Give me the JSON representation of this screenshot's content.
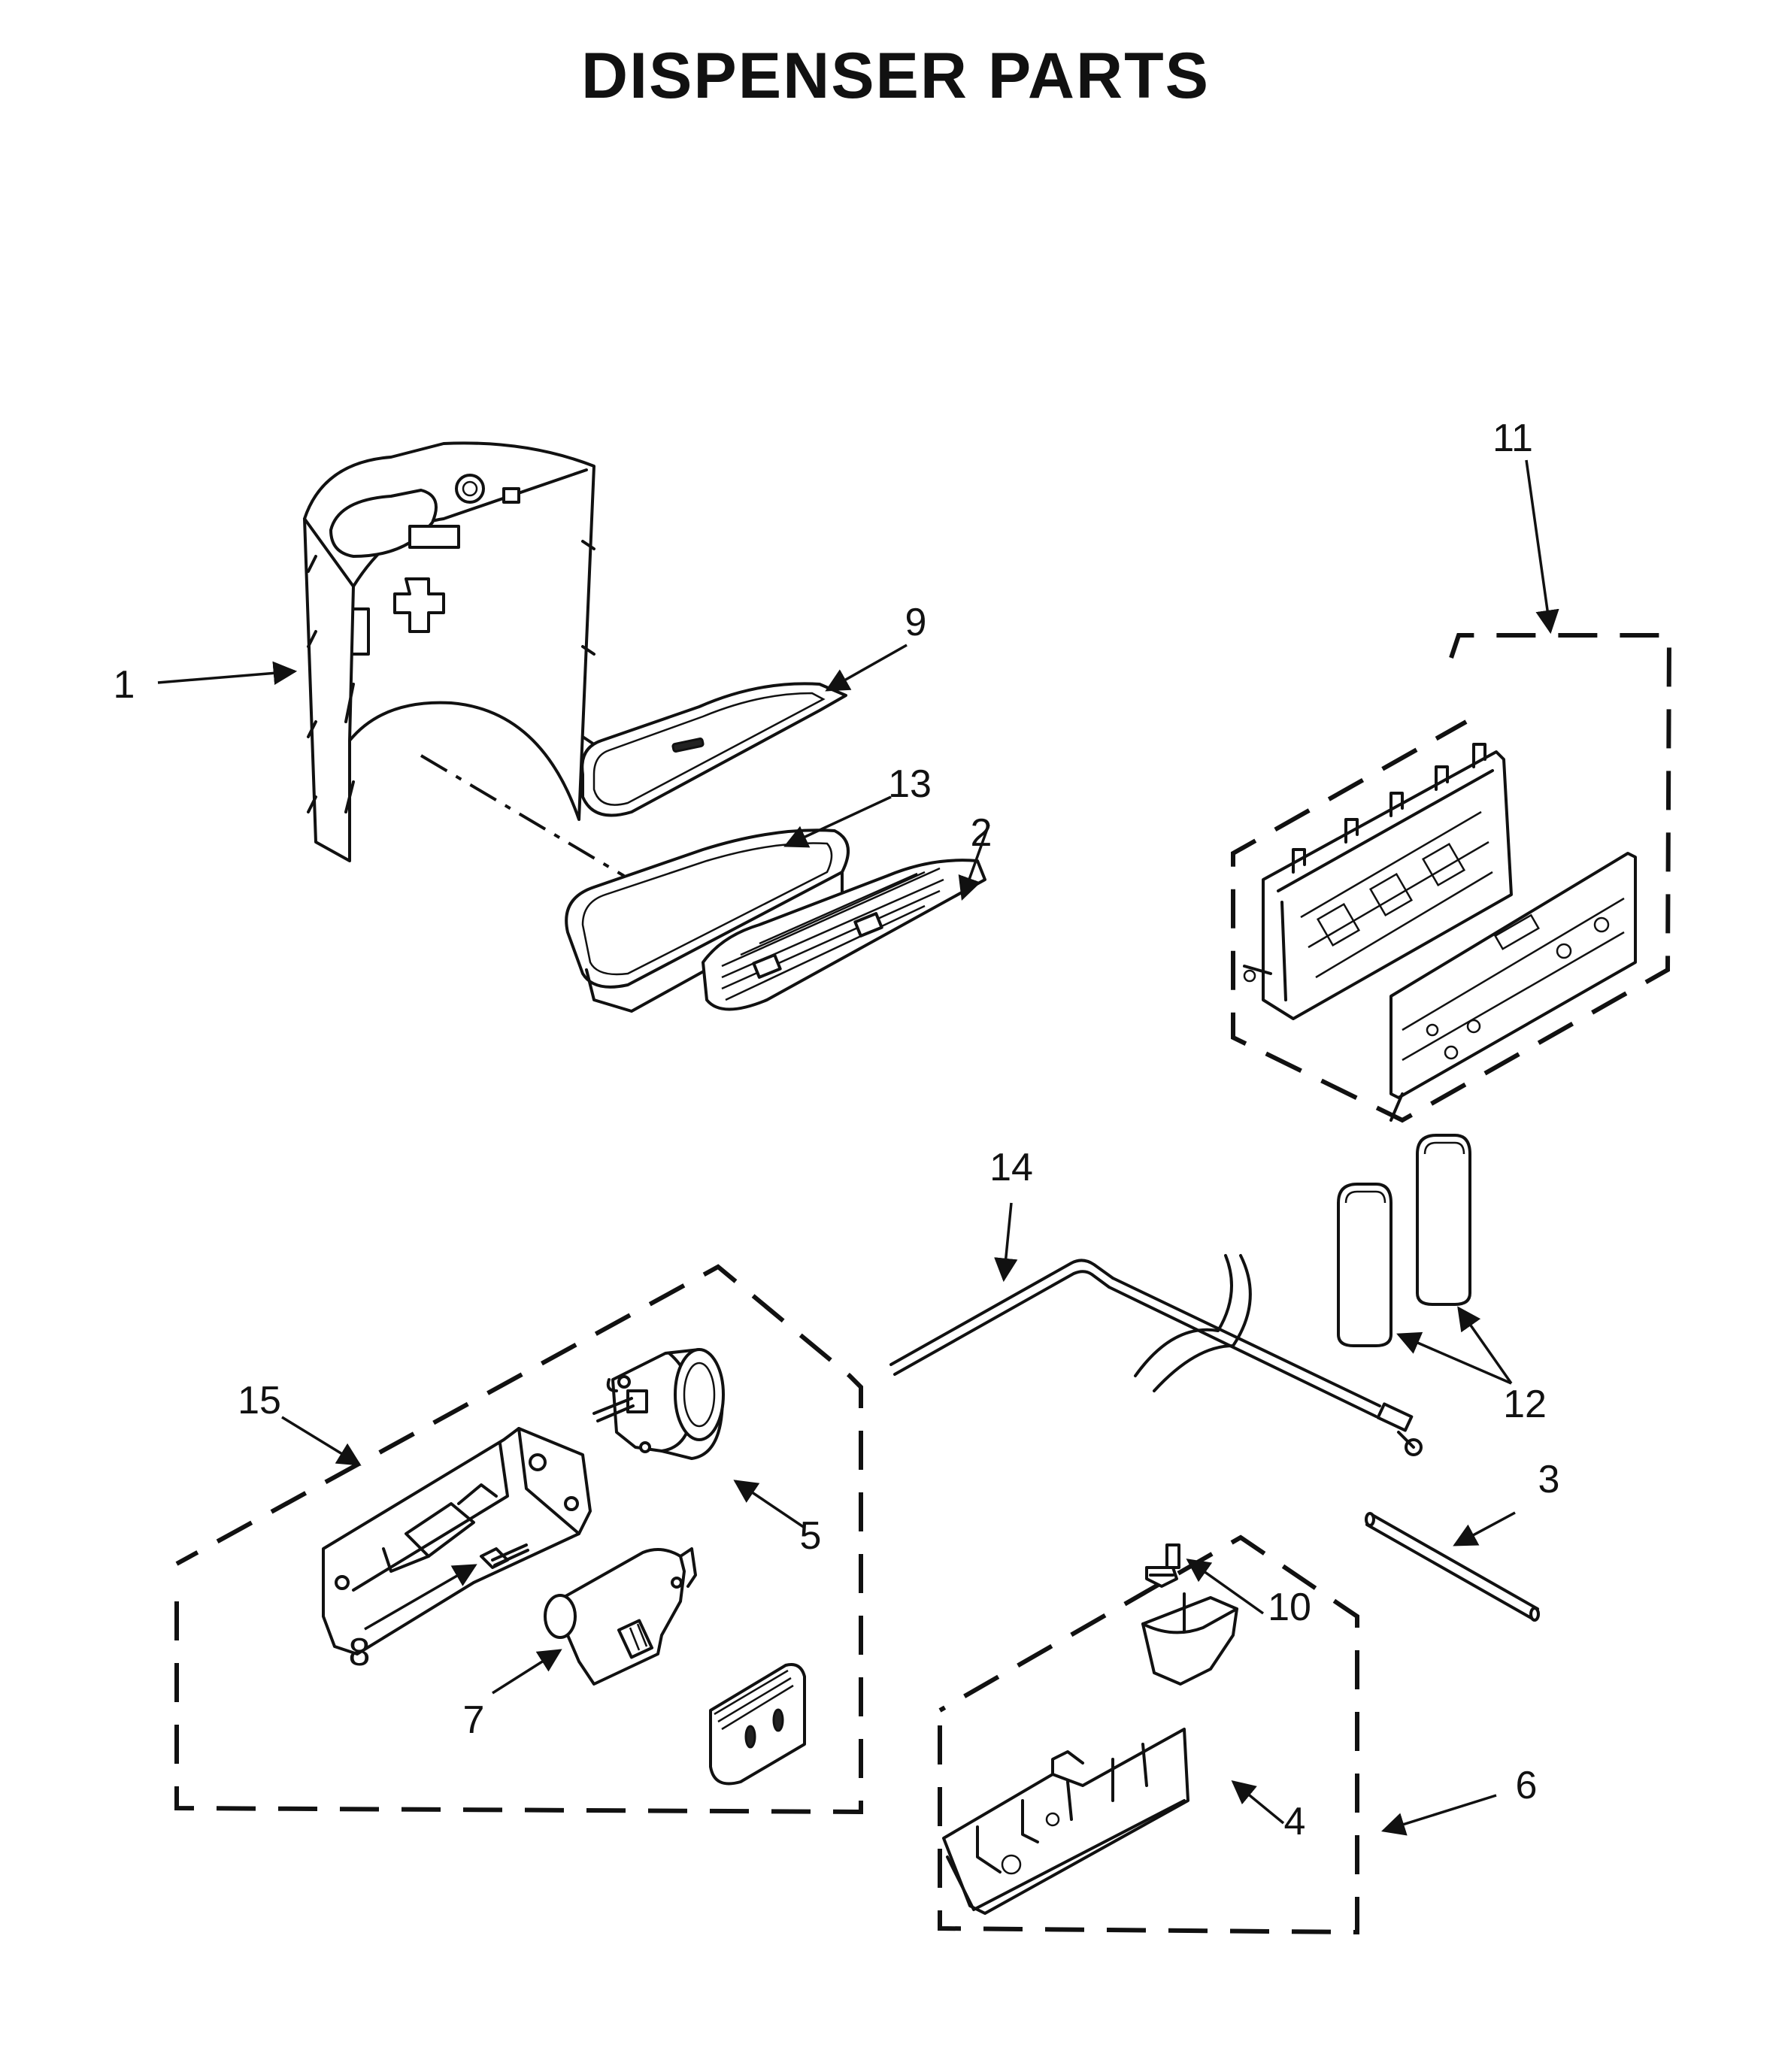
{
  "title": "DISPENSER PARTS",
  "callouts": {
    "c1": "1",
    "c2": "2",
    "c3": "3",
    "c4": "4",
    "c5": "5",
    "c6": "6",
    "c7": "7",
    "c8": "8",
    "c9": "9",
    "c10": "10",
    "c11": "11",
    "c12": "12",
    "c13": "13",
    "c14": "14",
    "c15": "15"
  }
}
